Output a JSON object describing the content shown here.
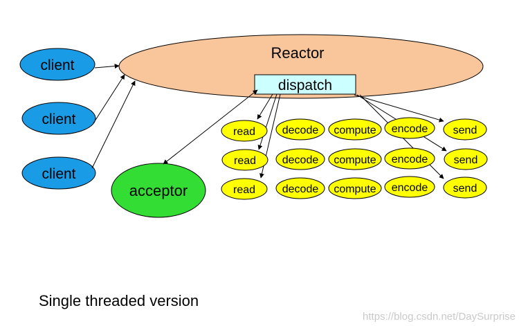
{
  "title": "Reactor",
  "dispatch": "dispatch",
  "clients": [
    "client",
    "client",
    "client"
  ],
  "acceptor": "acceptor",
  "handlers": [
    [
      "read",
      "decode",
      "compute",
      "encode",
      "send"
    ],
    [
      "read",
      "decode",
      "compute",
      "encode",
      "send"
    ],
    [
      "read",
      "decode",
      "compute",
      "encode",
      "send"
    ]
  ],
  "caption": "Single threaded version",
  "watermark": "https://blog.csdn.net/DaySurprise",
  "colors": {
    "reactor": "#f9c59b",
    "client": "#1a9be6",
    "acceptor": "#33dd33",
    "handler": "#ffff00",
    "dispatch": "#ccffff"
  }
}
